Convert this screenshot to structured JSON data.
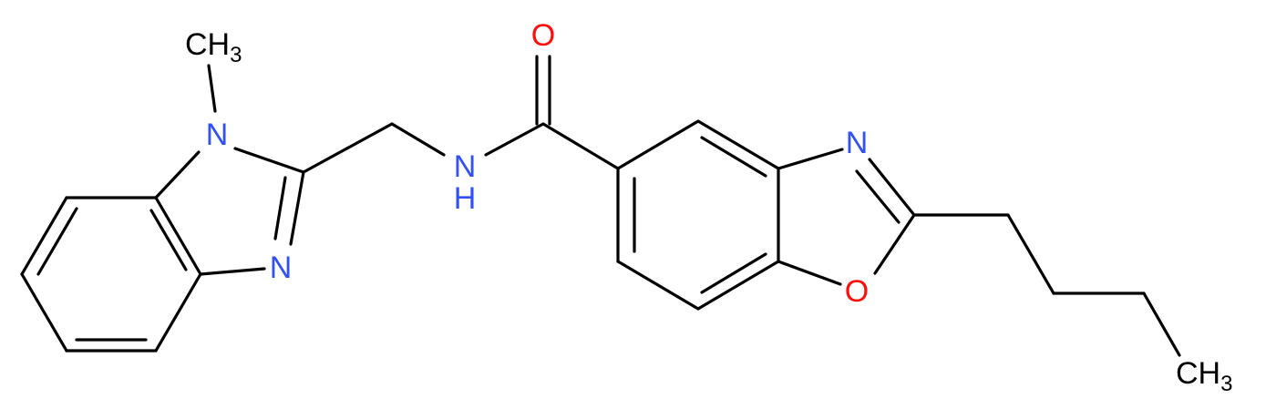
{
  "molecule": {
    "atoms": {
      "oxygen_carbonyl": {
        "symbol": "O",
        "color": "#ff0d0d"
      },
      "nitrogen_amide": {
        "symbol": "N",
        "hydrogen": "H",
        "color": "#3050f8"
      },
      "nitrogen_oxazole": {
        "symbol": "N",
        "color": "#3050f8"
      },
      "oxygen_oxazole": {
        "symbol": "O",
        "color": "#ff0d0d"
      },
      "nitrogen_imidazole_methyl": {
        "symbol": "N",
        "color": "#3050f8"
      },
      "nitrogen_imidazole": {
        "symbol": "N",
        "color": "#3050f8"
      },
      "methyl_top": {
        "symbol": "CH",
        "subscript": "3",
        "color": "#000000"
      },
      "methyl_butyl_end": {
        "symbol": "CH",
        "subscript": "3",
        "color": "#000000"
      }
    },
    "bond_color": "#000000"
  }
}
